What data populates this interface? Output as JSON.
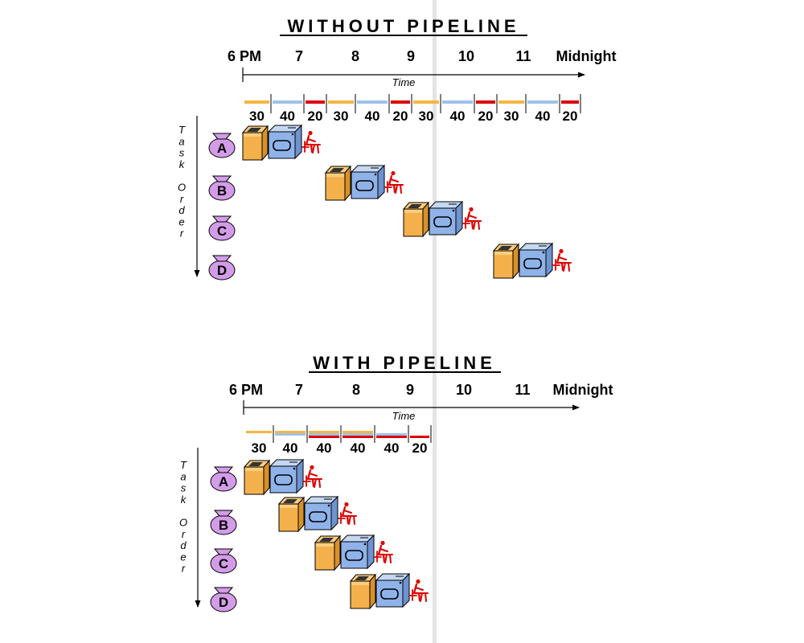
{
  "vertical_divider": {
    "color": "#e3e3e3"
  },
  "colors": {
    "wash": "#f5b642",
    "dry": "#9ec2ea",
    "fold": "#dd0000",
    "bag": "#d49ce8",
    "washer_fill": "#f4b14b",
    "dryer_fill": "#8fb3e9"
  },
  "icons": {
    "bag": "laundry-bag-icon",
    "washer": "washer-icon",
    "dryer": "dryer-icon",
    "folder": "folder-person-icon"
  },
  "without": {
    "title": "WITHOUT PIPELINE",
    "hours": [
      "6 PM",
      "7",
      "8",
      "9",
      "10",
      "11",
      "Midnight"
    ],
    "time_label": "Time",
    "durations": [
      "30",
      "40",
      "20",
      "30",
      "40",
      "20",
      "30",
      "40",
      "20",
      "30",
      "40",
      "20"
    ],
    "task_order_label": "Task Order",
    "tasks": [
      "A",
      "B",
      "C",
      "D"
    ]
  },
  "with": {
    "title": "WITH PIPELINE",
    "hours": [
      "6 PM",
      "7",
      "8",
      "9",
      "10",
      "11",
      "Midnight"
    ],
    "time_label": "Time",
    "durations": [
      "30",
      "40",
      "40",
      "40",
      "40",
      "20"
    ],
    "task_order_label": "Task Order",
    "tasks": [
      "A",
      "B",
      "C",
      "D"
    ]
  }
}
